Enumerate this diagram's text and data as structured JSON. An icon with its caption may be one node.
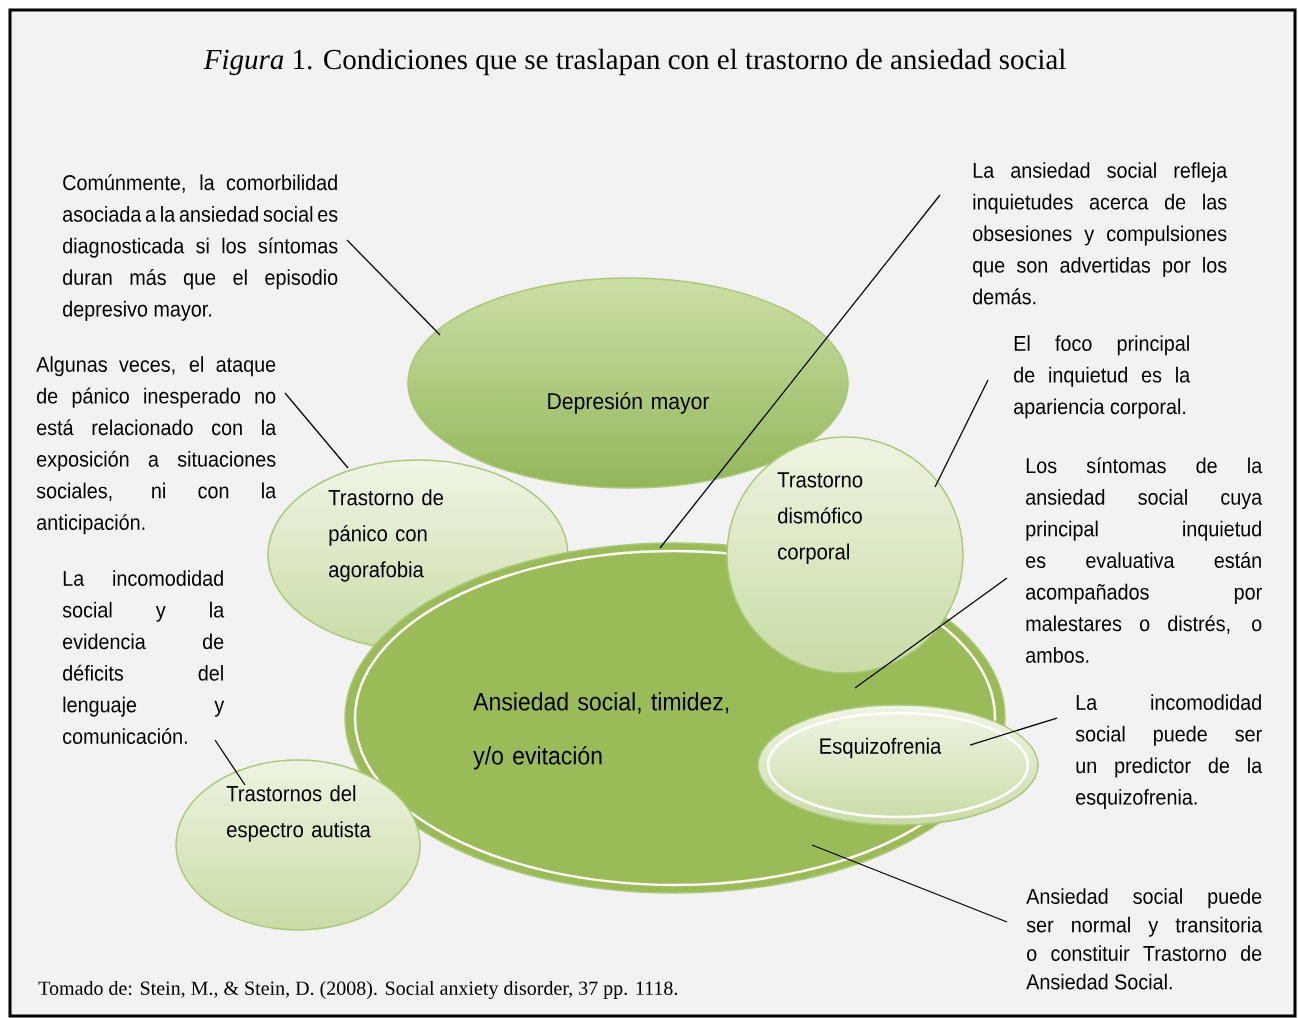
{
  "diagram": {
    "title": "*Figura* 1. Condiciones que se traslapan con el trastorno de ansiedad social",
    "caption": "Tomado de: Stein, M., & Stein, D. (2008). Social anxiety disorder, 37 pp. 1118.",
    "nodes": [
      {
        "text": [
          "Depresión mayor"
        ]
      },
      {
        "text": [
          "Trastorno de pánico con agorafobia"
        ]
      },
      {
        "text": [
          "Trastorno dismófico corporal"
        ]
      },
      {
        "text": [
          "Ansiedad social, timidez, y/o evitación"
        ]
      },
      {
        "text": [
          "Esquizofrenia"
        ]
      },
      {
        "text": [
          "Trastornos del espectro autista"
        ]
      },
      {
        "text": [
          "Comúnmente, la comorbilidad asociada a la ansiedad social es diagnosticada si los síntomas duran más que el episodio depresivo mayor."
        ]
      },
      {
        "text": [
          "Algunas veces, el ataque de pánico inesperado no está relacionado con la exposición a situaciones sociales, ni con la anticipación."
        ]
      },
      {
        "text": [
          "La incomodidad social y la evidencia de déficits del lenguaje y comunicación."
        ]
      },
      {
        "text": [
          "La ansiedad social refleja inquietudes acerca de las obsesiones y compulsiones que son advertidas por los demás."
        ]
      },
      {
        "text": [
          "El foco principal de inquietud es la apariencia corporal."
        ]
      },
      {
        "text": [
          "Los síntomas de la ansiedad social cuya principal inquietud es evaluativa están acompañados por malestares o distrés, o ambos."
        ]
      },
      {
        "text": [
          "La incomodidad social puede ser un predictor de la esquizofrenia."
        ]
      },
      {
        "text": [
          "Ansiedad social puede ser normal y transitoria o constituir Trastorno de Ansiedad Social."
        ]
      }
    ],
    "edges": [
      {
        "from": 6,
        "to": 0,
        "arrow": "none"
      },
      {
        "from": 7,
        "to": 1,
        "arrow": "none"
      },
      {
        "from": 8,
        "to": 5,
        "arrow": "none"
      },
      {
        "from": 9,
        "to": 3,
        "arrow": "none"
      },
      {
        "from": 10,
        "to": 2,
        "arrow": "none"
      },
      {
        "from": 11,
        "to": 3,
        "arrow": "none"
      },
      {
        "from": 12,
        "to": 4,
        "arrow": "none"
      },
      {
        "from": 13,
        "to": 3,
        "arrow": "none"
      }
    ]
  }
}
